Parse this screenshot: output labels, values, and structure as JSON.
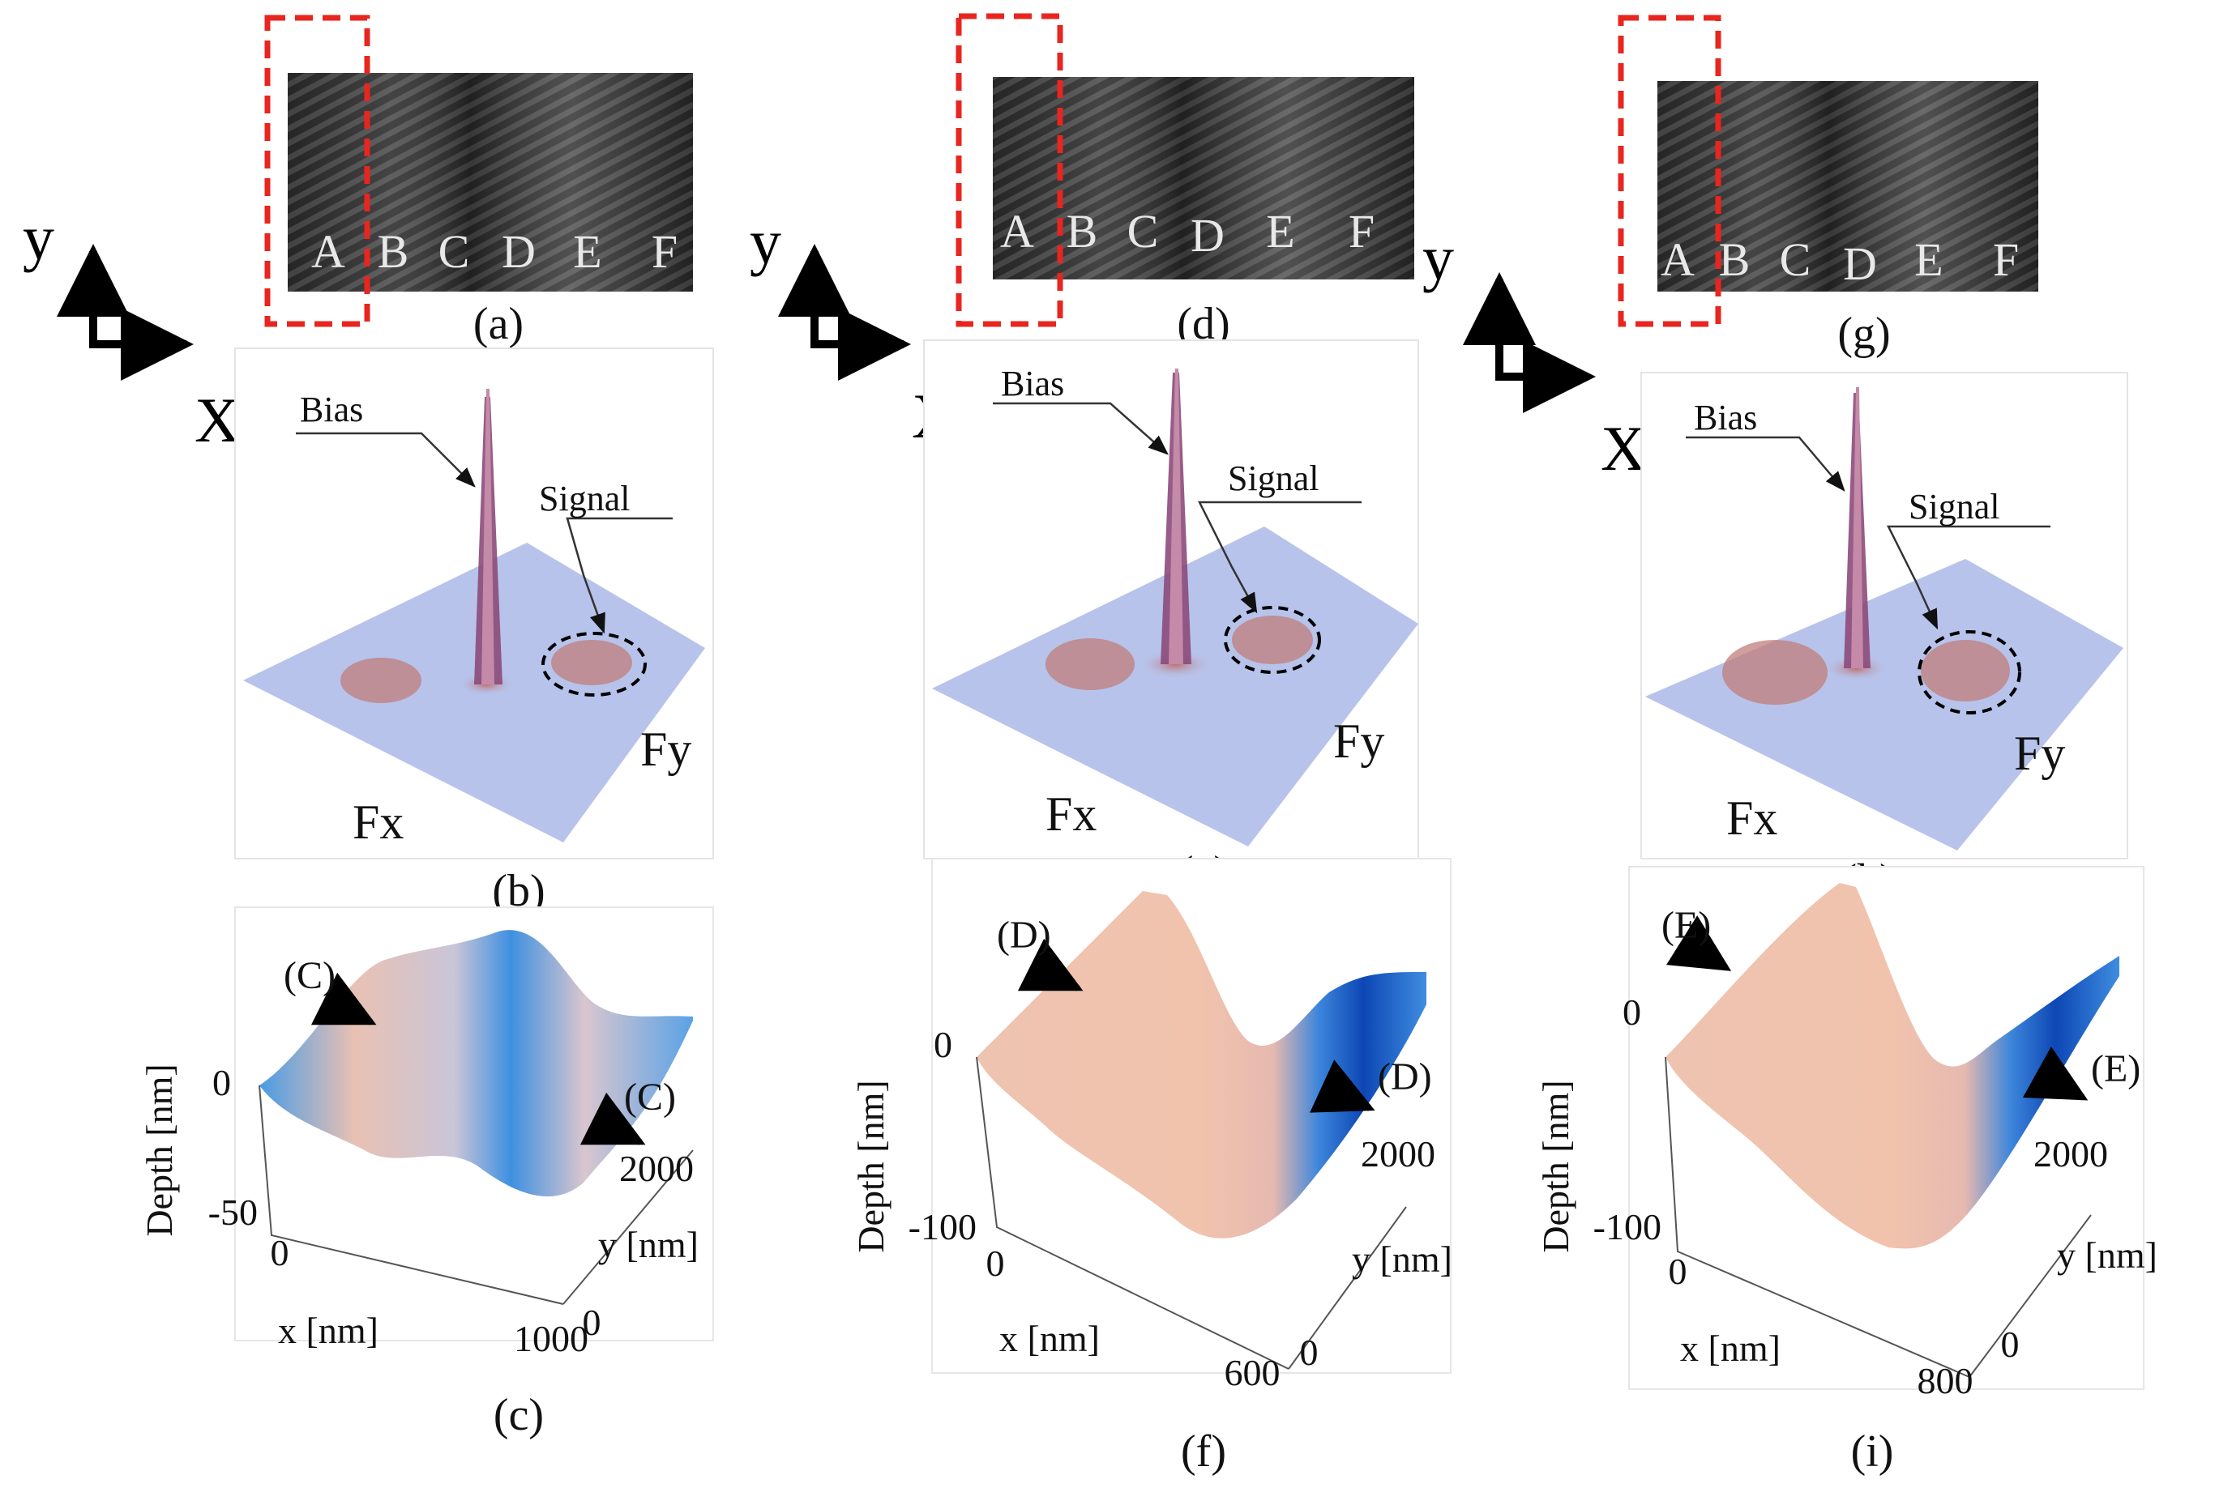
{
  "columns": [
    {
      "id": "col1",
      "strip": {
        "letters": [
          "A",
          "B",
          "C",
          "D",
          "E",
          "F"
        ],
        "label": "(a)"
      },
      "axes": {
        "y": "y",
        "x": "X"
      },
      "spectrum": {
        "bias": "Bias",
        "signal": "Signal",
        "fx": "Fx",
        "fy": "Fy",
        "label": "(b)"
      },
      "surface": {
        "label": "(c)",
        "markers": [
          "(C)",
          "(C)"
        ],
        "z_label": "Depth [nm]",
        "z_ticks": [
          "0",
          "-50"
        ],
        "x_label": "x [nm]",
        "x_ticks": [
          "0",
          "1000"
        ],
        "y_label": "y [nm]",
        "y_ticks": [
          "2000",
          "0"
        ]
      }
    },
    {
      "id": "col2",
      "strip": {
        "letters": [
          "A",
          "B",
          "C",
          "D",
          "E",
          "F"
        ],
        "label": "(d)"
      },
      "axes": {
        "y": "y",
        "x": "X"
      },
      "spectrum": {
        "bias": "Bias",
        "signal": "Signal",
        "fx": "Fx",
        "fy": "Fy",
        "label": "(e)"
      },
      "surface": {
        "label": "(f)",
        "markers": [
          "(D)",
          "(D)"
        ],
        "z_label": "Depth [nm]",
        "z_ticks": [
          "0",
          "-100"
        ],
        "x_label": "x [nm]",
        "x_ticks": [
          "0",
          "600"
        ],
        "y_label": "y [nm]",
        "y_ticks": [
          "2000",
          "0"
        ]
      }
    },
    {
      "id": "col3",
      "strip": {
        "letters": [
          "A",
          "B",
          "C",
          "D",
          "E",
          "F"
        ],
        "label": "(g)"
      },
      "axes": {
        "y": "y",
        "x": "X"
      },
      "spectrum": {
        "bias": "Bias",
        "signal": "Signal",
        "fx": "Fx",
        "fy": "Fy",
        "label": "(h)"
      },
      "surface": {
        "label": "(i)",
        "markers": [
          "(E)",
          "(E)"
        ],
        "z_label": "Depth [nm]",
        "z_ticks": [
          "0",
          "-100"
        ],
        "x_label": "x [nm]",
        "x_ticks": [
          "0",
          "800"
        ],
        "y_label": "y [nm]",
        "y_ticks": [
          "2000",
          "0"
        ]
      }
    }
  ],
  "colors": {
    "highlight_box": "#e8251f",
    "plane": "#b7c3ea",
    "peak": "#8c4a7a",
    "surface_warm": "#f2c4ad",
    "surface_cool": "#2f7fd9",
    "surface_deep": "#0d47b5"
  },
  "icons": [
    "axis-arrow-icon",
    "callout-arrow-icon"
  ]
}
